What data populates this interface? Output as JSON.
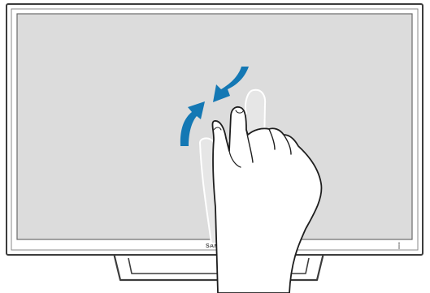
{
  "display": {
    "brand_label": "SAM"
  },
  "colors": {
    "screen": "#dcdcdc",
    "bezel_outline": "#3c3c3c",
    "arrow": "#1478b4",
    "ghost_hand": "#e6e6e6",
    "hand_fill": "#ffffff",
    "hand_outline": "#1e1e1e"
  },
  "gesture": {
    "type": "pinch-in",
    "arrow_count": 2,
    "icons": [
      "curved-arrow-up-right-icon",
      "curved-arrow-down-left-icon"
    ]
  }
}
